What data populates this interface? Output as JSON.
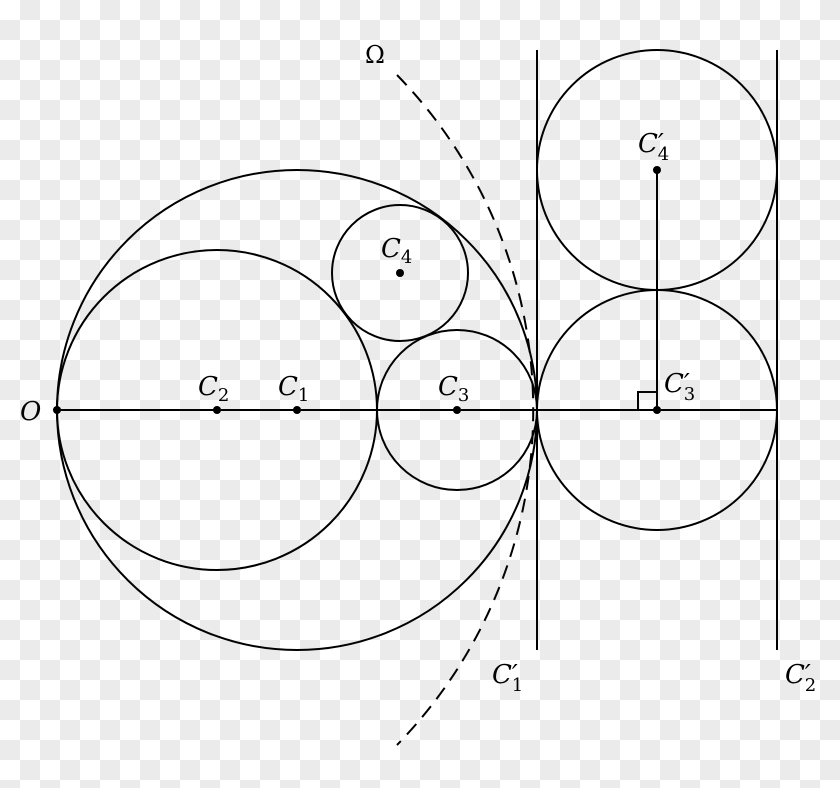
{
  "diagram": {
    "labels": {
      "O": "O",
      "C1": {
        "main": "C",
        "sub": "1"
      },
      "C2": {
        "main": "C",
        "sub": "2"
      },
      "C3": {
        "main": "C",
        "sub": "3"
      },
      "C4": {
        "main": "C",
        "sub": "4"
      },
      "C1p": {
        "main": "C′",
        "sub": "1"
      },
      "C2p": {
        "main": "C′",
        "sub": "2"
      },
      "C3p": {
        "main": "C′",
        "sub": "3"
      },
      "C4p": {
        "main": "C′",
        "sub": "4"
      },
      "Omega": "Ω"
    },
    "stroke_color": "#000000"
  }
}
